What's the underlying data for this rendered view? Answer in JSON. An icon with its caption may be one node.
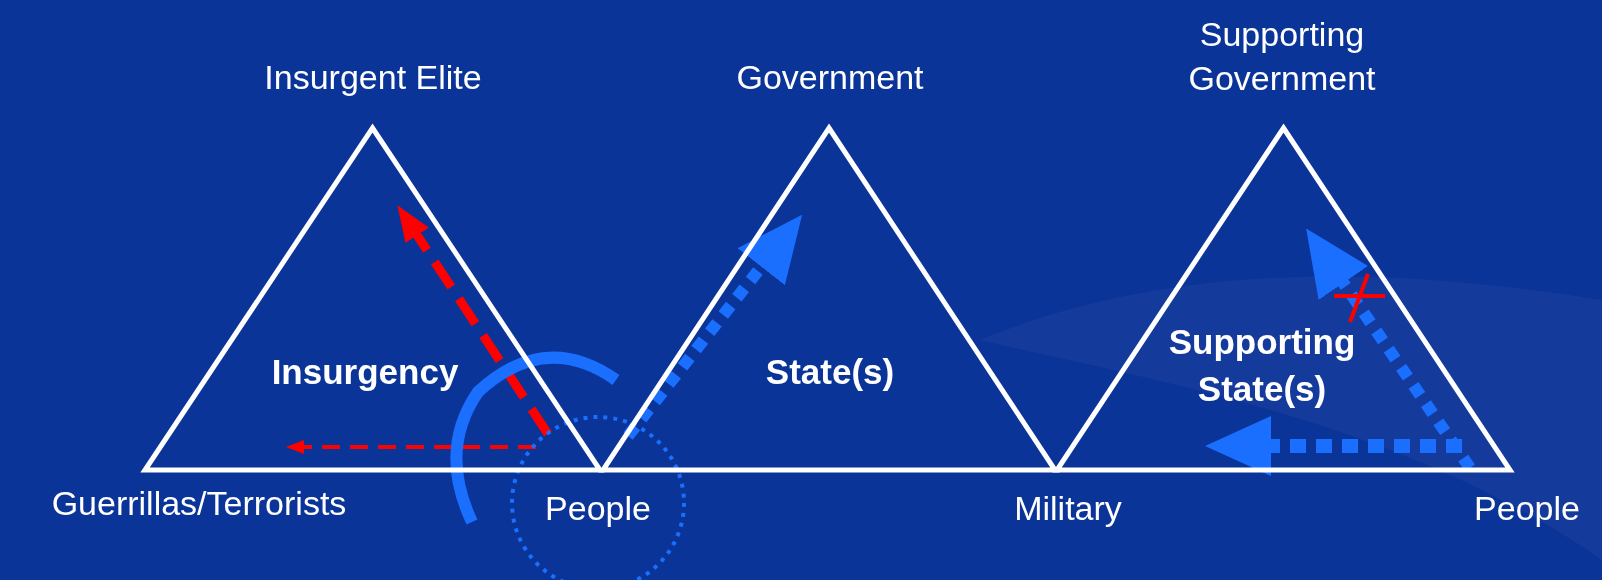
{
  "diagram": {
    "nodes": [
      {
        "text": [
          "Insurgency"
        ]
      },
      {
        "text": [
          "State(s)"
        ]
      },
      {
        "text": [
          "Supporting State(s)"
        ]
      }
    ],
    "labels": [
      "Insurgent Elite",
      "Government",
      "Supporting Government",
      "Guerrillas/Terrorists",
      "People",
      "Military",
      "People"
    ]
  }
}
